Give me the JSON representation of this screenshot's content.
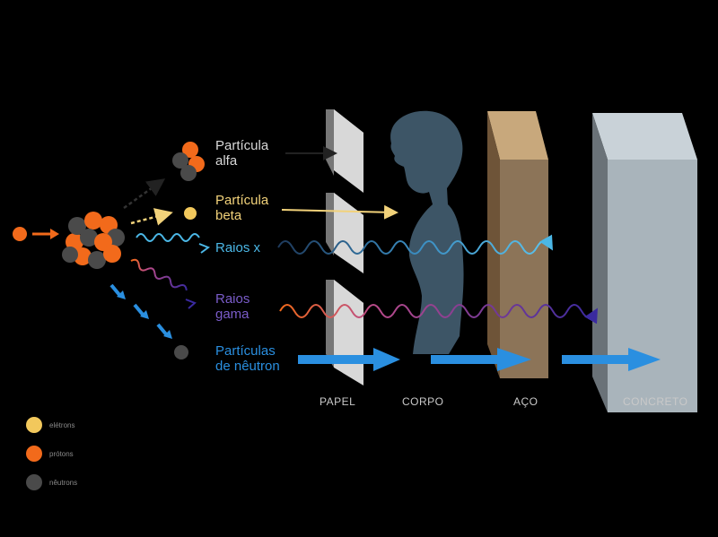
{
  "radiation": {
    "alpha": {
      "line1": "Partícula",
      "line2": "alfa",
      "color": "#d8d8d8"
    },
    "beta": {
      "line1": "Partícula",
      "line2": "beta",
      "color": "#f2d27a"
    },
    "xray": {
      "label": "Raios x",
      "color": "#4bb7e6"
    },
    "gamma": {
      "line1": "Raios",
      "line2": "gama",
      "color": "#7a5cc9"
    },
    "neutron": {
      "line1": "Partículas",
      "line2": "de nêutron",
      "color": "#2a8fe0"
    }
  },
  "barriers": {
    "paper": "PAPEL",
    "body": "CORPO",
    "steel": "AÇO",
    "concrete": "CONCRETO"
  },
  "legend": {
    "electron": {
      "label": "elétrons",
      "color": "#f2c85c"
    },
    "proton": {
      "label": "prótons",
      "color": "#f26a1b"
    },
    "neutron": {
      "label": "nêutrons",
      "color": "#4a4a4a"
    }
  }
}
